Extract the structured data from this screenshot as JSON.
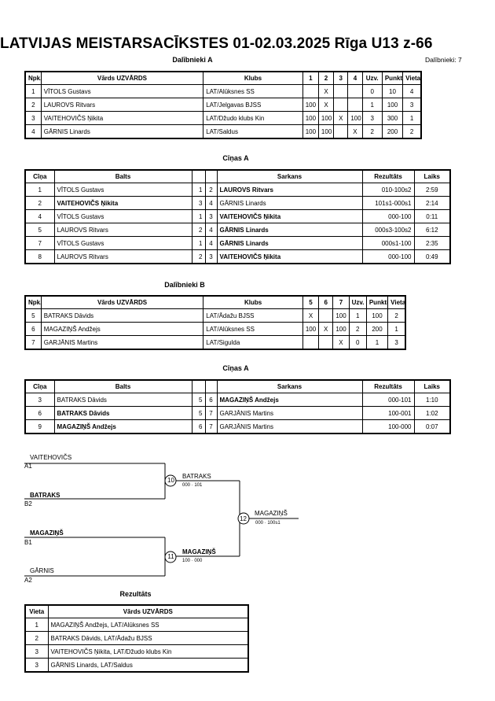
{
  "title": "LATVIJAS MEISTARSACĪKSTES  01-02.03.2025  Rīga    U13 z-66",
  "pool_a": {
    "heading": "Dalībnieki A",
    "count_label": "Dalībnieki: 7",
    "headers": [
      "Npk.",
      "Vārds UZVĀRDS",
      "Klubs",
      "1",
      "2",
      "3",
      "4",
      "Uzv.",
      "Punkti",
      "Vieta"
    ],
    "rows": [
      [
        "1",
        "VĪTOLS Gustavs",
        "LAT/Alūksnes SS",
        "",
        "X",
        "",
        "",
        "0",
        "10",
        "4"
      ],
      [
        "2",
        "LAUROVS Ritvars",
        "LAT/Jelgavas BJSS",
        "100",
        "X",
        "",
        "",
        "1",
        "100",
        "3"
      ],
      [
        "3",
        "VAITEHOVIČS Ņikita",
        "LAT/Džudo klubs Kin",
        "100",
        "100",
        "X",
        "100",
        "3",
        "300",
        "1"
      ],
      [
        "4",
        "GĀRNIS Linards",
        "LAT/Saldus",
        "100",
        "100",
        "",
        "X",
        "2",
        "200",
        "2"
      ]
    ]
  },
  "fights_a": {
    "heading": "Cīņas A",
    "headers": [
      "Cīņa",
      "Balts",
      "",
      "",
      "Sarkans",
      "Rezultāts",
      "Laiks"
    ],
    "rows": [
      [
        "1",
        "VĪTOLS Gustavs",
        "1",
        "2",
        "LAUROVS Ritvars",
        "010-100s2",
        "2:59",
        "red"
      ],
      [
        "2",
        "VAITEHOVIČS Ņikita",
        "3",
        "4",
        "GĀRNIS Linards",
        "101s1-000s1",
        "2:14",
        "white"
      ],
      [
        "4",
        "VĪTOLS Gustavs",
        "1",
        "3",
        "VAITEHOVIČS Ņikita",
        "000-100",
        "0:11",
        "red"
      ],
      [
        "5",
        "LAUROVS Ritvars",
        "2",
        "4",
        "GĀRNIS Linards",
        "000s3-100s2",
        "6:12",
        "red"
      ],
      [
        "7",
        "VĪTOLS Gustavs",
        "1",
        "4",
        "GĀRNIS Linards",
        "000s1-100",
        "2:35",
        "red"
      ],
      [
        "8",
        "LAUROVS Ritvars",
        "2",
        "3",
        "VAITEHOVIČS Ņikita",
        "000-100",
        "0:49",
        "red"
      ]
    ]
  },
  "pool_b": {
    "heading": "Dalībnieki B",
    "headers": [
      "Npk.",
      "Vārds UZVĀRDS",
      "Klubs",
      "5",
      "6",
      "7",
      "Uzv.",
      "Punkti",
      "Vieta"
    ],
    "rows": [
      [
        "5",
        "BATRAKS Dāvids",
        "LAT/Ādažu BJSS",
        "X",
        "",
        "100",
        "1",
        "100",
        "2"
      ],
      [
        "6",
        "MAGAZIŅŠ Andžejs",
        "LAT/Alūksnes SS",
        "100",
        "X",
        "100",
        "2",
        "200",
        "1"
      ],
      [
        "7",
        "GARJĀNIS Martins",
        "LAT/Sigulda",
        "",
        "",
        "X",
        "0",
        "1",
        "3"
      ]
    ]
  },
  "fights_b": {
    "heading": "Cīņas A",
    "headers": [
      "Cīņa",
      "Balts",
      "",
      "",
      "Sarkans",
      "Rezultāts",
      "Laiks"
    ],
    "rows": [
      [
        "3",
        "BATRAKS Dāvids",
        "5",
        "6",
        "MAGAZIŅŠ Andžejs",
        "000-101",
        "1:10",
        "red"
      ],
      [
        "6",
        "BATRAKS Dāvids",
        "5",
        "7",
        "GARJĀNIS Martins",
        "100-001",
        "1:02",
        "white"
      ],
      [
        "9",
        "MAGAZIŅŠ Andžejs",
        "6",
        "7",
        "GARJĀNIS Martins",
        "100-000",
        "0:07",
        "white"
      ]
    ]
  },
  "bracket": {
    "a1_name": "VAITEHOVIČS",
    "a1_seed": "A1",
    "b2_name": "BATRAKS",
    "b2_seed": "B2",
    "b1_name": "MAGAZIŅŠ",
    "b1_seed": "B1",
    "a2_name": "GĀRNIS",
    "a2_seed": "A2",
    "m10": "10",
    "m10_winner": "BATRAKS",
    "m10_score": "000 · 101",
    "m11": "11",
    "m11_winner": "MAGAZIŅŠ",
    "m11_score": "100 · 000",
    "m12": "12",
    "m12_winner": "MAGAZIŅŠ",
    "m12_score": "000 · 100s1"
  },
  "results": {
    "heading": "Rezultāts",
    "headers": [
      "Vieta",
      "Vārds UZVĀRDS"
    ],
    "rows": [
      [
        "1",
        "MAGAZIŅŠ Andžejs, LAT/Alūksnes SS"
      ],
      [
        "2",
        "BATRAKS Dāvids, LAT/Ādažu BJSS"
      ],
      [
        "3",
        "VAITEHOVIČS Ņikita, LAT/Džudo klubs Kin"
      ],
      [
        "3",
        "GĀRNIS Linards, LAT/Saldus"
      ]
    ]
  }
}
